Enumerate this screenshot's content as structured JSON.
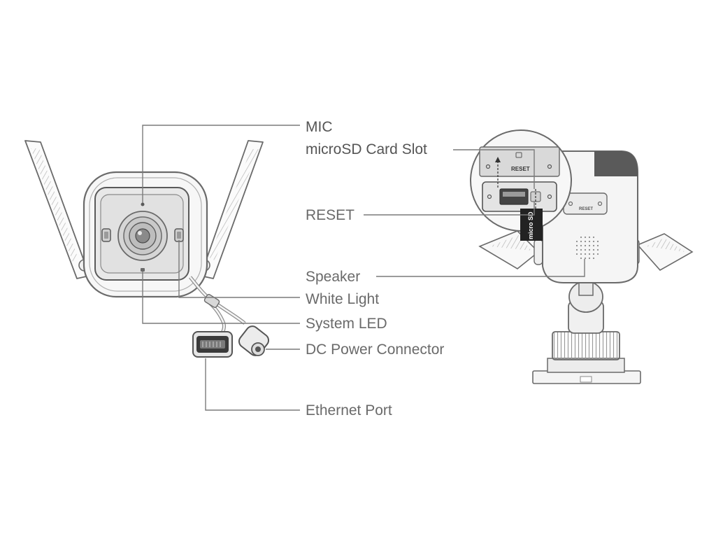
{
  "labels": {
    "mic": "MIC",
    "microsd_slot": "microSD Card Slot",
    "reset": "RESET",
    "speaker": "Speaker",
    "white_light": "White Light",
    "system_led": "System LED",
    "dc_power": "DC Power Connector",
    "ethernet": "Ethernet Port"
  },
  "device_markings": {
    "reset_text": "RESET",
    "card_text": "micro SD"
  },
  "colors": {
    "line": "#7a7a7a",
    "label": "#6a6a6a",
    "body_fill": "#f4f4f4",
    "face_fill": "#e6e6e6",
    "dark_outline": "#555555",
    "sd_card": "#222222"
  }
}
